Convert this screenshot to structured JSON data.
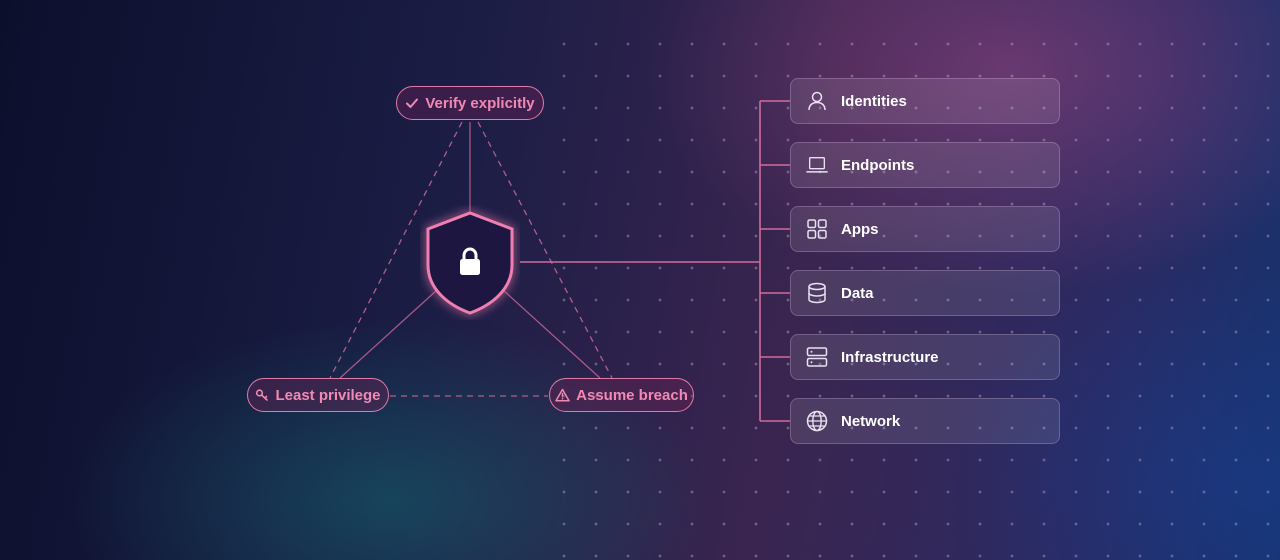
{
  "principles": {
    "verify": {
      "label": "Verify explicitly",
      "icon": "check-icon"
    },
    "least": {
      "label": "Least privilege",
      "icon": "key-icon"
    },
    "assume": {
      "label": "Assume breach",
      "icon": "warning-icon"
    }
  },
  "center": {
    "icon": "lock-icon"
  },
  "pillars": [
    {
      "label": "Identities",
      "icon": "user-icon"
    },
    {
      "label": "Endpoints",
      "icon": "laptop-icon"
    },
    {
      "label": "Apps",
      "icon": "apps-grid-icon"
    },
    {
      "label": "Data",
      "icon": "database-icon"
    },
    {
      "label": "Infrastructure",
      "icon": "server-icon"
    },
    {
      "label": "Network",
      "icon": "globe-icon"
    }
  ],
  "colors": {
    "accent": "#e07aa6",
    "card_text": "#ffffff",
    "shield_fill": "#1b1740"
  }
}
